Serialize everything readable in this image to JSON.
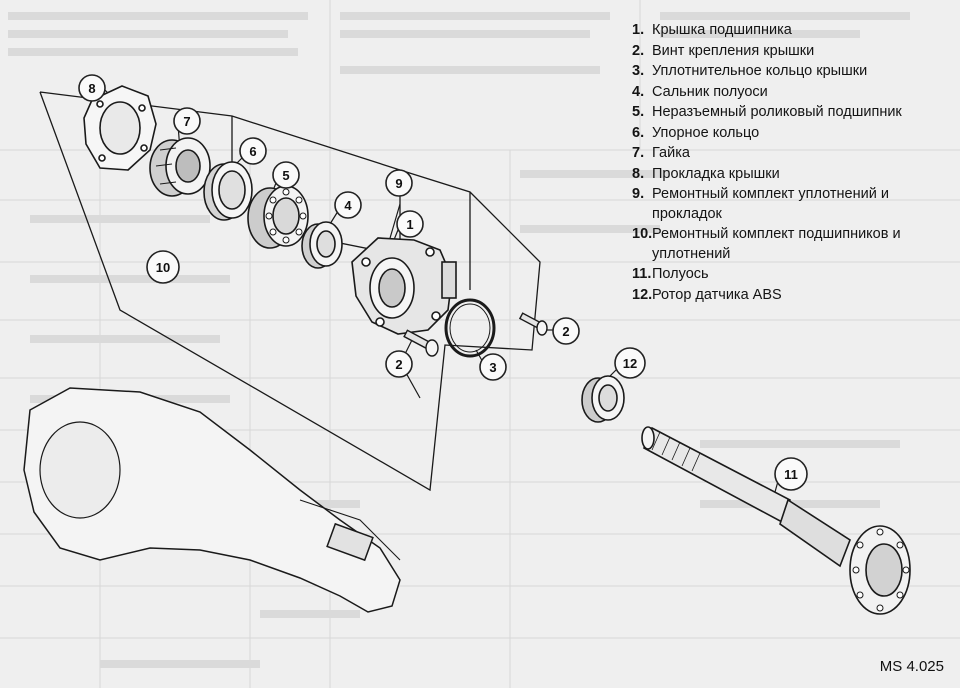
{
  "legend": {
    "items": [
      {
        "number": "1.",
        "label": "Крышка подшипника"
      },
      {
        "number": "2.",
        "label": "Винт крепления крышки"
      },
      {
        "number": "3.",
        "label": "Уплотнительное кольцо крышки"
      },
      {
        "number": "4.",
        "label": "Сальник полуоси"
      },
      {
        "number": "5.",
        "label": "Неразъемный роликовый подшипник"
      },
      {
        "number": "6.",
        "label": "Упорное кольцо"
      },
      {
        "number": "7.",
        "label": "Гайка"
      },
      {
        "number": "8.",
        "label": "Прокладка крышки"
      },
      {
        "number": "9.",
        "label": "Ремонтный комплект уплотнений и прокладок"
      },
      {
        "number": "10.",
        "label": "Ремонтный комплект подшипников и уплотнений"
      },
      {
        "number": "11.",
        "label": "Полуось"
      },
      {
        "number": "12.",
        "label": "Ротор датчика ABS"
      }
    ]
  },
  "callouts": {
    "c1": "1",
    "c2": "2",
    "c3": "3",
    "c4": "4",
    "c5": "5",
    "c6": "6",
    "c7": "7",
    "c8": "8",
    "c9": "9",
    "c10": "10",
    "c11": "11",
    "c12": "12"
  },
  "figure_ref": "MS 4.025",
  "colors": {
    "paper": "#f2f2f2",
    "ink": "#1a1a1a"
  }
}
